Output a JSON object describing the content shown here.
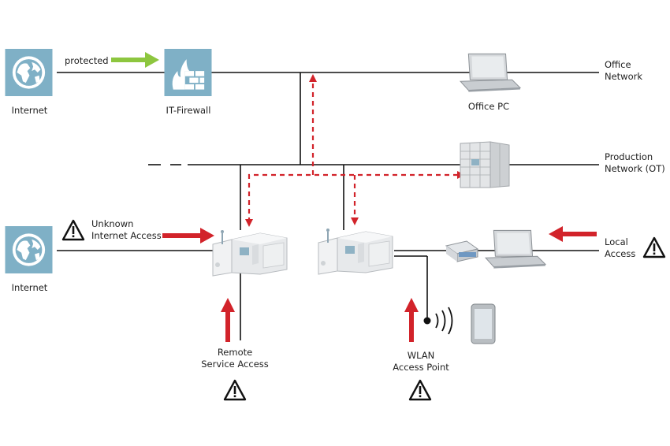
{
  "labels": {
    "internet_top": "Internet",
    "protected": "protected",
    "it_firewall": "IT-Firewall",
    "office_pc": "Office PC",
    "office_network": [
      "Office",
      "Network"
    ],
    "production_network": [
      "Production",
      "Network (OT)"
    ],
    "unknown_internet_access": [
      "Unknown",
      "Internet Access"
    ],
    "internet_bottom": "Internet",
    "local_access": [
      "Local",
      "Access"
    ],
    "remote_service_access": [
      "Remote",
      "Service Access"
    ],
    "wlan_access_point": [
      "WLAN",
      "Access Point"
    ]
  },
  "icons": {
    "globe": "globe-icon",
    "firewall": "firewall-icon",
    "laptop": "laptop-icon",
    "server_rack": "server-rack-icon",
    "machine": "cnc-machine-icon",
    "warning": "warning-icon",
    "usb_stick": "usb-stick-icon",
    "phone": "smartphone-icon",
    "wifi": "wifi-signal-icon"
  },
  "colors": {
    "tile": "#7fb0c6",
    "line": "#111111",
    "threat": "#d2232a",
    "safe": "#8dc63f"
  }
}
